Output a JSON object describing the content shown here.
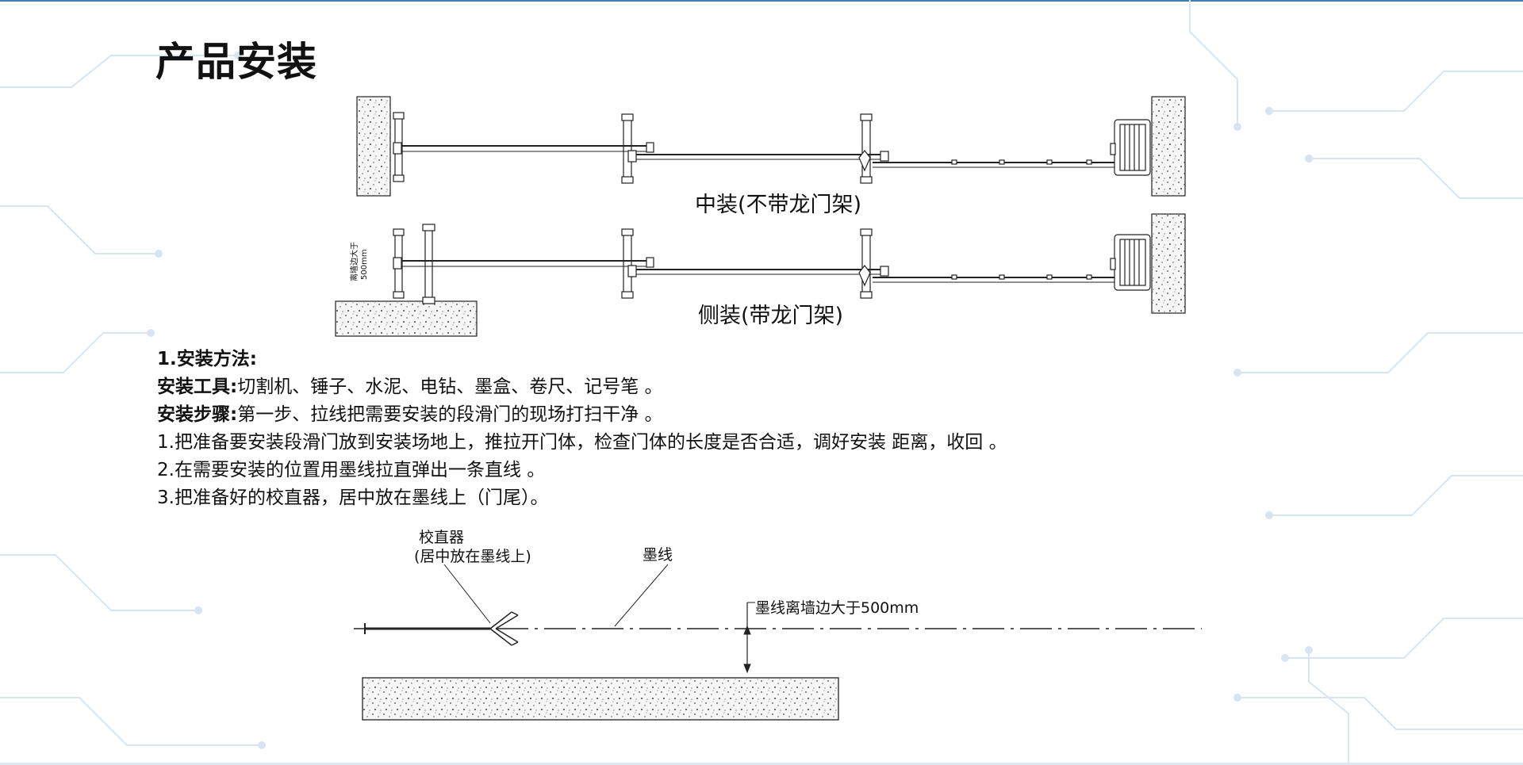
{
  "page": {
    "title": "产品安装",
    "colors": {
      "accent": "#3f7fb0",
      "circuit": "#cfe0ee",
      "concrete": "#f4f4f4",
      "line": "#222222"
    }
  },
  "diagram_top": {
    "center_label": "中装(不带龙门架)",
    "side_label": "侧装(带龙门架)",
    "wall_note_line1": "离墙边大于",
    "wall_note_line2": "500mm"
  },
  "method": {
    "heading": "1.安装方法:",
    "tools_label": "安装工具:",
    "tools_text": "切割机、锤子、水泥、电钻、墨盒、卷尺、记号笔 。",
    "steps_label": "安装步骤:",
    "steps_text": "第一步、拉线把需要安装的段滑门的现场打扫干净 。",
    "step1": "1.把准备要安装段滑门放到安装场地上，推拉开门体，检查门体的长度是否合适，调好安装 距离，收回 。",
    "step2": "2.在需要安装的位置用墨线拉直弹出一条直线 。",
    "step3": "3.把准备好的校直器，居中放在墨线上（门尾）。"
  },
  "diagram_bottom": {
    "straightener_label": "校直器",
    "straightener_note": "(居中放在墨线上)",
    "ink_line_label": "墨线",
    "distance_label": "墨线离墙边大于500mm"
  }
}
